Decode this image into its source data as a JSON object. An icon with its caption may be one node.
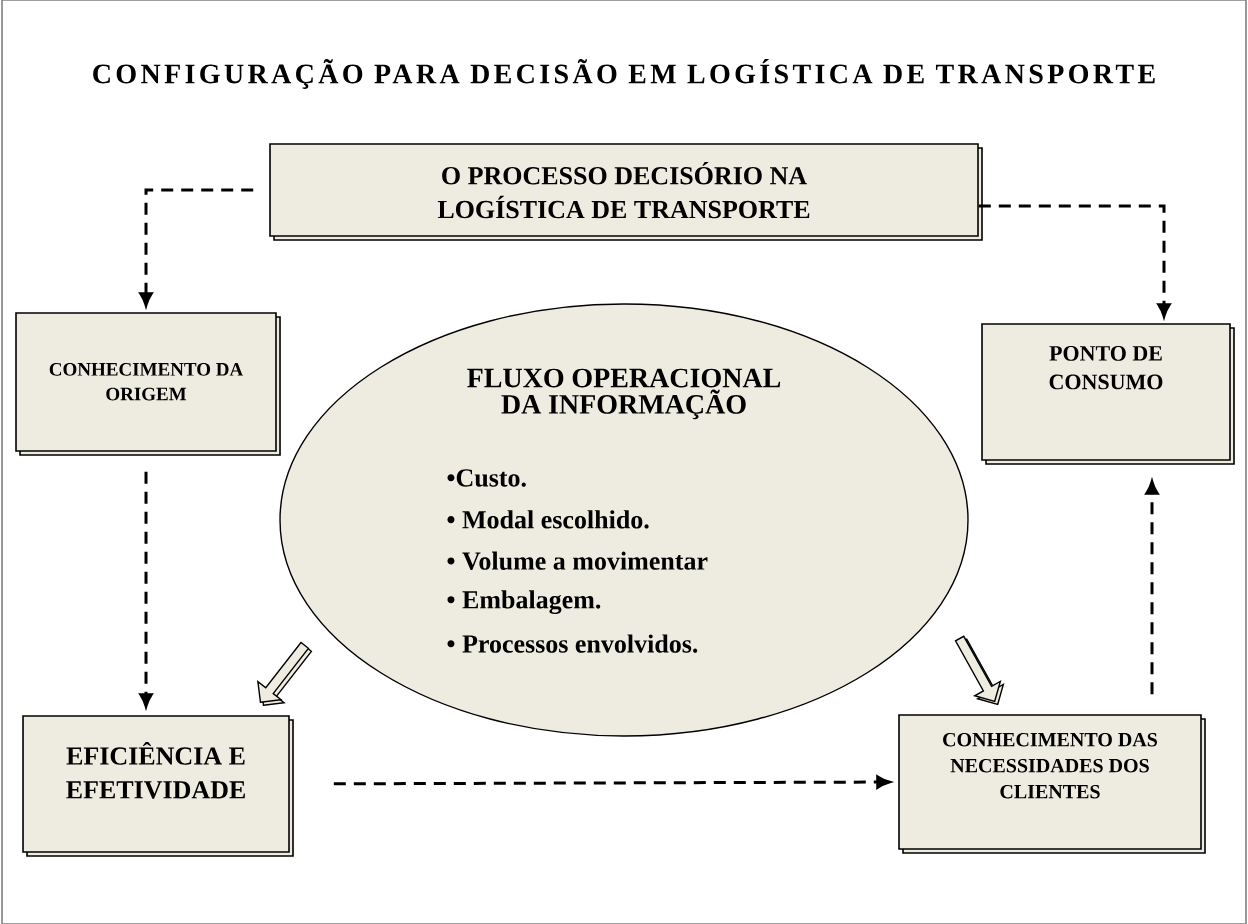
{
  "diagram": {
    "title": "CONFIGURAÇÃO PARA DECISÃO EM LOGÍSTICA DE TRANSPORTE",
    "nodes": [
      {
        "text": [
          "O PROCESSO DECISÓRIO NA LOGÍSTICA DE TRANSPORTE"
        ]
      },
      {
        "text": [
          "CONHECIMENTO DA ORIGEM"
        ]
      },
      {
        "text": [
          "PONTO DE CONSUMO"
        ]
      },
      {
        "text": [
          "FLUXO OPERACIONAL DA INFORMAÇÃO",
          "•Custo.",
          "• Modal escolhido.",
          "• Volume a movimentar",
          "• Embalagem.",
          "• Processos envolvidos."
        ]
      },
      {
        "text": [
          "EFICIÊNCIA E EFETIVIDADE"
        ]
      },
      {
        "text": [
          "CONHECIMENTO DAS NECESSIDADES DOS CLIENTES"
        ]
      }
    ],
    "edges": [
      {
        "from": 0,
        "to": 1,
        "arrow": "to",
        "style": "dashed"
      },
      {
        "from": 0,
        "to": 2,
        "arrow": "to",
        "style": "dashed"
      },
      {
        "from": 1,
        "to": 4,
        "arrow": "to",
        "style": "dashed"
      },
      {
        "from": 4,
        "to": 5,
        "arrow": "to",
        "style": "dashed"
      },
      {
        "from": 5,
        "to": 2,
        "arrow": "to",
        "style": "dashed"
      },
      {
        "from": 3,
        "to": 4,
        "arrow": "to"
      },
      {
        "from": 3,
        "to": 5,
        "arrow": "to"
      }
    ]
  }
}
